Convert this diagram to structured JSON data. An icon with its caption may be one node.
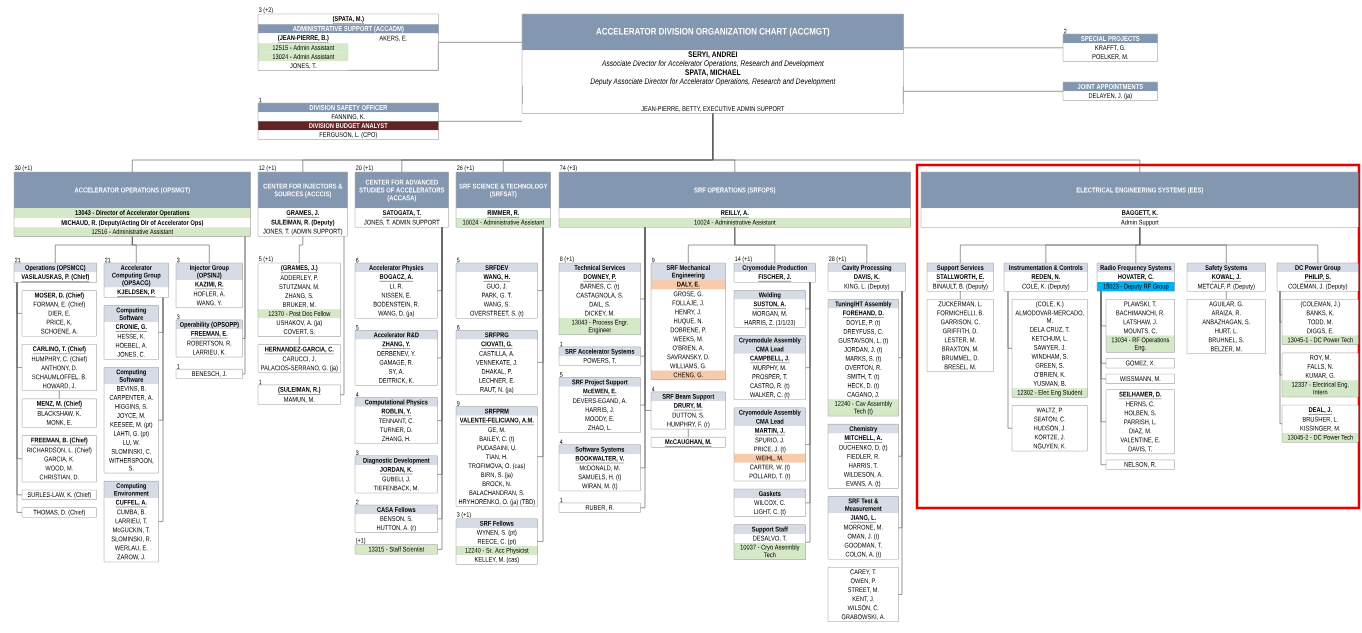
{
  "diagram": {
    "nodes": [
      {
        "text": [
          "ACCELERATOR DIVISION ORGANIZATION CHART (ACCMGT)",
          "SERYI, ANDREI",
          "Associate Director for Accelerator Operations, Research and Development",
          "SPATA, MICHAEL",
          "Deputy Associate Director for Accelerator Operations, Research and Development",
          "JEAN-PIERRE, BETTY, EXECUTIVE ADMIN SUPPORT"
        ]
      },
      {
        "text": [
          "(SPATA, M.)",
          "ADMINISTRATIVE SUPPORT (ACCADM)",
          "(JEAN-PIERRE, B.)",
          "AKERS, E.",
          "12515 - Admin Assistant",
          "13024 - Admin Assistant",
          "JONES, T."
        ],
        "beside": [
          "3 (+2)"
        ]
      },
      {
        "text": [
          "DIVISION SAFETY OFFICER",
          "FANNING, K.",
          "DIVISION BUDGET ANALYST",
          "FERGUSON, L. (CPO)"
        ],
        "beside": [
          "1"
        ]
      },
      {
        "text": [
          "SPECIAL PROJECTS",
          "KRAFFT, G.",
          "POELKER, M."
        ],
        "beside": [
          "2"
        ]
      },
      {
        "text": [
          "JOINT APPOINTMENTS",
          "DELAYEN, J. (ja)"
        ]
      },
      {
        "text": [
          "ACCELERATOR OPERATIONS (OPSMGT)",
          "13043 - Director of Accelerator Operations",
          "MICHAUD, R. (Deputy/Acting Dir of Accelerator Ops)",
          "12516 - Administrative Assistant"
        ],
        "beside": [
          "30 (+1)"
        ]
      },
      {
        "text": [
          "CENTER FOR INJECTORS & SOURCES (ACCCIS)",
          "GRAMES, J.",
          "SULEIMAN, R. (Deputy)",
          "JONES, T. (ADMIN SUPPORT)"
        ],
        "beside": [
          "12 (+1)"
        ]
      },
      {
        "text": [
          "CENTER FOR ADVANCED STUDIES OF ACCELERATORS (ACCASA)",
          "SATOGATA, T.",
          "JONES, T. ADMIN SUPPORT"
        ],
        "beside": [
          "20 (+1)"
        ]
      },
      {
        "text": [
          "SRF SCIENCE & TECHNOLOGY (SRFSAT)",
          "RIMMER, R.",
          "10024 - Administrative Assistant"
        ],
        "beside": [
          "26 (+1)"
        ]
      },
      {
        "text": [
          "SRF OPERATIONS (SRFOPS)",
          "REILLY, A.",
          "10024 - Administrative Assistant"
        ],
        "beside": [
          "74 (+3)"
        ]
      },
      {
        "text": [
          "ELECTRICAL ENGINEERING SYSTEMS (EES)",
          "BAGGETT, K.",
          "Admin Support"
        ]
      },
      {
        "text": [
          "Operations (OPSMCC)",
          "VASILAUSKAS, P. (Chief)"
        ],
        "beside": [
          "21"
        ]
      },
      {
        "text": [
          "MOSER, D. (Chief)",
          "FORMAN, E. (Chief)",
          "DIER, E.",
          "PRICE, K.",
          "SCHOENE, A."
        ]
      },
      {
        "text": [
          "CARLINO, T. (Chief)",
          "HUMPHRY, C. (Chief)",
          "ANTHONY, D.",
          "SCHAUMLOFFEL, B.",
          "HOWARD, J."
        ]
      },
      {
        "text": [
          "MENZ, M. (Chief)",
          "BLACKSHAW, K.",
          "MONK, E."
        ]
      },
      {
        "text": [
          "FREEMAN, B. (Chief)",
          "RICHARDSON, L. (Chief)",
          "GARCIA, K.",
          "WOOD, M.",
          "CHRISTIAN, D."
        ]
      },
      {
        "text": [
          "SURLES-LAW, K. (Chief)"
        ]
      },
      {
        "text": [
          "THOMAS, D. (Chief)"
        ]
      },
      {
        "text": [
          "Accelerator Computing Group (OPSACG)",
          "KJELDSEN, P."
        ],
        "beside": [
          "21"
        ]
      },
      {
        "text": [
          "Computing Software",
          "CRONIE, G.",
          "HESSE, K.",
          "HOEBEL, A.",
          "JONES, C."
        ]
      },
      {
        "text": [
          "Computing Software",
          "BEVINS, B.",
          "CARPENTER, A.",
          "HIGGINS, S.",
          "JOYCE, M.",
          "KEESEE, M. (pt)",
          "LAHTI, G. (pt)",
          "LU, W.",
          "SLOMINSKI, C.",
          "WITHERSPOON, S."
        ]
      },
      {
        "text": [
          "Computing Environment",
          "CUFFEL, A.",
          "CUMBA, B.",
          "LARRIEU, T.",
          "McGUCKIN, T.",
          "SLOMINSKI, R.",
          "WERLAU, E.",
          "ZAROW, J."
        ]
      },
      {
        "text": [
          "Injector Group (OPSINJ)",
          "KAZIMI, R.",
          "HOFLER, A.",
          "WANG, Y."
        ],
        "beside": [
          "3"
        ]
      },
      {
        "text": [
          "Operability (OPSOPP)",
          "FREEMAN, E.",
          "ROBERTSON, R.",
          "LARRIEU, K."
        ],
        "beside": [
          "3"
        ]
      },
      {
        "text": [
          "BENESCH, J."
        ],
        "beside": [
          "1"
        ]
      },
      {
        "text": [
          "(GRAMES, J.)",
          "ADDERLEY, P.",
          "STUTZMAN, M.",
          "ZHANG, S.",
          "BRUKER, M.",
          "12370 - Post Doc Fellow",
          "USHAKOV, A. (ja)",
          "COVERT, S."
        ],
        "beside": [
          "5 (+1)"
        ]
      },
      {
        "text": [
          "HERNANDEZ-GARCIA, C.",
          "CARUCCI, J.",
          "PALACIOS-SERRANO, G. (ja)"
        ]
      },
      {
        "text": [
          "(SULEIMAN, R.)",
          "MAMUN, M."
        ],
        "beside": [
          "1"
        ]
      },
      {
        "text": [
          "Accelerator Physics",
          "BOGACZ, A.",
          "LI, R.",
          "NISSEN, E.",
          "BODENSTEIN, R.",
          "WANG, D. (ja)"
        ],
        "beside": [
          "6"
        ]
      },
      {
        "text": [
          "Accelerator R&D",
          "ZHANG, Y.",
          "DERBENEV, Y.",
          "GAMAGE, R.",
          "SY, A.",
          "DEITRICK, K."
        ],
        "beside": [
          "5"
        ]
      },
      {
        "text": [
          "Computational Physics",
          "ROBLIN, Y.",
          "TENNANT, C.",
          "TURNER, D.",
          "ZHANG, H."
        ],
        "beside": [
          "4"
        ]
      },
      {
        "text": [
          "Diagnostic Development",
          "JORDAN, K.",
          "GUBELI, J.",
          "TIEFENBACK, M."
        ],
        "beside": [
          "3"
        ]
      },
      {
        "text": [
          "CASA Fellows",
          "BENSON, S.",
          "HUTTON, A. (r)"
        ],
        "beside": [
          "2"
        ]
      },
      {
        "text": [
          "13315 - Staff Scientist"
        ],
        "beside": [
          "(+1)"
        ]
      },
      {
        "text": [
          "SRFDEV",
          "WANG, H.",
          "GUO, J.",
          "PARK, G. T.",
          "WANG, S.",
          "OVERSTREET, S. (t)"
        ],
        "beside": [
          "5"
        ]
      },
      {
        "text": [
          "SRFPRG",
          "CIOVATI, G.",
          "CASTILLA, A.",
          "VENNEKATE, J.",
          "DHAKAL, P.",
          "LECHNER, E.",
          "RAUT, N. (ja)"
        ],
        "beside": [
          "6"
        ]
      },
      {
        "text": [
          "SRFPRM",
          "VALENTE-FELICIANO, A.M.",
          "GE, M.",
          "BAILEY, C. (t)",
          "PUDASAINI, U.",
          "TIAN, H.",
          "TROFIMOVA, O. (cas)",
          "BIRN, S. (ja)",
          "BROCK, N.",
          "BALACHANDRAN, S.",
          "HRYHORENKO, O. (ja) (TBD)"
        ],
        "beside": [
          "9"
        ]
      },
      {
        "text": [
          "SRF Fellows",
          "WYNEN, S. (pt)",
          "REECE, C. (pt)",
          "12240 - Sr. Acc Physicist",
          "KELLEY, M. (cas)"
        ],
        "beside": [
          "3 (+1)"
        ]
      },
      {
        "text": [
          "Technical Services",
          "DOWNEY, P.",
          "BARNES, C. (t)",
          "CASTAGNOLA, S.",
          "DAIL, S.",
          "DICKEY, M.",
          "13043 - Process Engr. Engineer"
        ],
        "beside": [
          "8 (+1)"
        ]
      },
      {
        "text": [
          "SRF Accelerator Systems",
          "POWERS, T."
        ],
        "beside": [
          "1"
        ]
      },
      {
        "text": [
          "SRF Project Support",
          "McEWEN, E.",
          "DEVERS-EGAND, A.",
          "HARRIS, J.",
          "MOODY, E.",
          "ZHAO, L."
        ],
        "beside": [
          "5"
        ]
      },
      {
        "text": [
          "Software Systems",
          "BOOKWALTER, V.",
          "McDONALD, M.",
          "SAMUELS, H. (t)",
          "WIRAN, M. (t)"
        ],
        "beside": [
          "4"
        ]
      },
      {
        "text": [
          "RUBER, R."
        ],
        "beside": [
          "1"
        ]
      },
      {
        "text": [
          "SRF Mechanical Engineering",
          "DALY, E.",
          "GROSE, G.",
          "FOLLAJE, J.",
          "HENRY, J.",
          "HUQUE, N.",
          "DOBRENE, P.",
          "WEEKS, M.",
          "O'BRIEN, A.",
          "SAVRANSKY, D.",
          "WILLIAMS, G.",
          "CHENG, G."
        ],
        "beside": [
          "9"
        ]
      },
      {
        "text": [
          "SRF Beam Support",
          "DRURY, M.",
          "DUTTON, S.",
          "HUMPHRY, F. (r)"
        ],
        "beside": [
          "4"
        ]
      },
      {
        "text": [
          "McCAUGHAN, M."
        ]
      },
      {
        "text": [
          "Cryomodule Production",
          "FISCHER, J."
        ],
        "beside": [
          "14 (+1)"
        ]
      },
      {
        "text": [
          "Welding",
          "SUSTON, A.",
          "MORGAN, M.",
          "HARRIS, Z. (1/1/23)"
        ]
      },
      {
        "text": [
          "Cryomodule Assembly",
          "CMA Lead",
          "CAMPBELL, J.",
          "MURPHY, M.",
          "PROSPER, T.",
          "CASTRO, R. (t)",
          "WALKER, C. (t)"
        ]
      },
      {
        "text": [
          "Cryomodule Assembly",
          "CMA Lead",
          "MARTIN, J.",
          "SPURIO, J.",
          "PRICE, J. (t)",
          "WEIHL, M.",
          "CARTER, W. (t)",
          "POLLARD, T. (t)"
        ]
      },
      {
        "text": [
          "Gaskets",
          "WILCOX, C.",
          "LIGHT, C. (t)"
        ]
      },
      {
        "text": [
          "Support Staff",
          "DESALVO, T.",
          "10037 - Cryo Assembly Tech"
        ]
      },
      {
        "text": [
          "Cavity Processing",
          "DAVIS, K.",
          "KING, L. (Deputy)"
        ],
        "beside": [
          "28 (+1)"
        ]
      },
      {
        "text": [
          "Tuning/HT Assembly",
          "FOREHAND, D.",
          "DOYLE, P. (t)",
          "DREYFUSS, C.",
          "GUSTAVSON, L. (t)",
          "JORDAN, J. (t)",
          "MARKS, S. (t)",
          "OVERTON, R.",
          "SMITH, T. (t)",
          "HECK, D. (t)",
          "CAGANO, J.",
          "12240 - Cav Assembly Tech (t)"
        ]
      },
      {
        "text": [
          "Chemistry",
          "MITCHELL, A.",
          "DUCHENKO, D. (t)",
          "FIEDLER, R.",
          "HARRIS, T.",
          "WILDESON, A.",
          "EVANS, A. (t)"
        ]
      },
      {
        "text": [
          "SRF Test & Measurement",
          "JIANG, L.",
          "MORRONE, M.",
          "OMAN, J. (t)",
          "GOODMAN, T.",
          "COLON, A. (t)"
        ]
      },
      {
        "text": [
          "CAREY, T.",
          "OWEN, P.",
          "STREET, M.",
          "KENT, J.",
          "WILSON, C.",
          "GRABOWSKI, A."
        ]
      },
      {
        "text": [
          "Support Services",
          "STALLWORTH, E.",
          "BINAULT, B. (Deputy)"
        ]
      },
      {
        "text": [
          "ZUCKERMAN, L.",
          "FORMICHELLI, B.",
          "GARRISON, C.",
          "GRIFFITH, D.",
          "LESTER, M.",
          "BRAXTON, M.",
          "BRUMMEL, D.",
          "BRESEL, M."
        ]
      },
      {
        "text": [
          "Instrumentation & Controls",
          "REDEN, N.",
          "COLE, K. (Deputy)"
        ]
      },
      {
        "text": [
          "(COLE, K.)",
          "ALMODOVAR-MERCADO, M.",
          "DELA CRUZ, T.",
          "KETCHUM, L.",
          "SAWYER, J.",
          "WINDHAM, S.",
          "GREEN, S.",
          "O'BRIEN, K.",
          "YUSMAN, B.",
          "12302 - Elec Eng Student"
        ]
      },
      {
        "text": [
          "WALTZ, P.",
          "SEATON, C.",
          "HUDSON, J.",
          "KORTZE, J.",
          "NGUYEN, K."
        ]
      },
      {
        "text": [
          "Radio Frequency Systems",
          "HOVATER, C.",
          "15023 - Deputy RF Group"
        ]
      },
      {
        "text": [
          "PLAWSKI, T.",
          "BACHIMANCHI, R.",
          "LATSHAW, J.",
          "MOUNTS, C.",
          "13034 - RF Operations Eng."
        ]
      },
      {
        "text": [
          "GOMEZ, X."
        ]
      },
      {
        "text": [
          "WISSMANN, M."
        ]
      },
      {
        "text": [
          "SEILHAMER, D.",
          "HERNS, C.",
          "HOLBEN, S.",
          "PARRISH, L.",
          "DIAZ, M.",
          "VALENTINE, E.",
          "DAVIS, T."
        ]
      },
      {
        "text": [
          "NELSON, R."
        ]
      },
      {
        "text": [
          "Safety Systems",
          "KOWAL, J.",
          "METCALF, P. (Deputy)"
        ]
      },
      {
        "text": [
          "AGUILAR, G.",
          "ARAIZA, R.",
          "ANBAZHAGAN, S.",
          "HURT, L.",
          "BRUHNEL, S.",
          "BELZER, M."
        ]
      },
      {
        "text": [
          "DC Power Group",
          "PHILIP, S.",
          "COLEMAN, J. (Deputy)"
        ]
      },
      {
        "text": [
          "(COLEMAN, J.)",
          "BANKS, K.",
          "TODD, M.",
          "DIGGS, E.",
          "13045-1 - DC Power Tech"
        ]
      },
      {
        "text": [
          "ROY, M.",
          "FALLS, N.",
          "KUMAR, G.",
          "12337 - Electrical Eng. Intern"
        ]
      },
      {
        "text": [
          "DEAL, J.",
          "BRUSHER, L.",
          "KISSINGER, M.",
          "13045-2 - DC Power Tech"
        ]
      }
    ],
    "edges": [
      {
        "from": 0,
        "to": 1,
        "arrow": "none"
      },
      {
        "from": 0,
        "to": 2,
        "arrow": "none"
      },
      {
        "from": 0,
        "to": 3,
        "arrow": "none"
      },
      {
        "from": 0,
        "to": 4,
        "arrow": "none"
      },
      {
        "from": 0,
        "to": 5,
        "arrow": "none"
      },
      {
        "from": 0,
        "to": 6,
        "arrow": "none"
      },
      {
        "from": 0,
        "to": 7,
        "arrow": "none"
      },
      {
        "from": 0,
        "to": 8,
        "arrow": "none"
      },
      {
        "from": 0,
        "to": 9,
        "arrow": "none"
      },
      {
        "from": 0,
        "to": 10,
        "arrow": "none"
      },
      {
        "from": 5,
        "to": 11,
        "arrow": "none"
      },
      {
        "from": 5,
        "to": 18,
        "arrow": "none"
      },
      {
        "from": 5,
        "to": 22,
        "arrow": "none"
      },
      {
        "from": 5,
        "to": 23,
        "arrow": "none"
      },
      {
        "from": 5,
        "to": 24,
        "arrow": "none"
      },
      {
        "from": 11,
        "to": 12,
        "arrow": "none"
      },
      {
        "from": 11,
        "to": 13,
        "arrow": "none"
      },
      {
        "from": 13,
        "to": 14,
        "arrow": "none"
      },
      {
        "from": 11,
        "to": 15,
        "arrow": "none"
      },
      {
        "from": 11,
        "to": 16,
        "arrow": "none"
      },
      {
        "from": 11,
        "to": 17,
        "arrow": "none"
      },
      {
        "from": 18,
        "to": 19,
        "arrow": "none"
      },
      {
        "from": 18,
        "to": 20,
        "arrow": "none"
      },
      {
        "from": 18,
        "to": 21,
        "arrow": "none"
      },
      {
        "from": 6,
        "to": 25,
        "arrow": "none"
      },
      {
        "from": 25,
        "to": 26,
        "arrow": "none"
      },
      {
        "from": 6,
        "to": 27,
        "arrow": "none"
      },
      {
        "from": 7,
        "to": 28,
        "arrow": "none"
      },
      {
        "from": 7,
        "to": 29,
        "arrow": "none"
      },
      {
        "from": 7,
        "to": 30,
        "arrow": "none"
      },
      {
        "from": 7,
        "to": 31,
        "arrow": "none"
      },
      {
        "from": 7,
        "to": 32,
        "arrow": "none"
      },
      {
        "from": 7,
        "to": 33,
        "arrow": "none"
      },
      {
        "from": 8,
        "to": 34,
        "arrow": "none"
      },
      {
        "from": 8,
        "to": 35,
        "arrow": "none"
      },
      {
        "from": 8,
        "to": 36,
        "arrow": "none"
      },
      {
        "from": 8,
        "to": 37,
        "arrow": "none"
      },
      {
        "from": 9,
        "to": 38,
        "arrow": "none"
      },
      {
        "from": 9,
        "to": 39,
        "arrow": "none"
      },
      {
        "from": 9,
        "to": 40,
        "arrow": "none"
      },
      {
        "from": 9,
        "to": 41,
        "arrow": "none"
      },
      {
        "from": 9,
        "to": 42,
        "arrow": "none"
      },
      {
        "from": 9,
        "to": 43,
        "arrow": "none"
      },
      {
        "from": 9,
        "to": 44,
        "arrow": "none"
      },
      {
        "from": 44,
        "to": 45,
        "arrow": "none"
      },
      {
        "from": 9,
        "to": 46,
        "arrow": "none"
      },
      {
        "from": 46,
        "to": 47,
        "arrow": "none"
      },
      {
        "from": 46,
        "to": 48,
        "arrow": "none"
      },
      {
        "from": 46,
        "to": 49,
        "arrow": "none"
      },
      {
        "from": 46,
        "to": 50,
        "arrow": "none"
      },
      {
        "from": 46,
        "to": 51,
        "arrow": "none"
      },
      {
        "from": 9,
        "to": 52,
        "arrow": "none"
      },
      {
        "from": 52,
        "to": 53,
        "arrow": "none"
      },
      {
        "from": 52,
        "to": 54,
        "arrow": "none"
      },
      {
        "from": 52,
        "to": 55,
        "arrow": "none"
      },
      {
        "from": 52,
        "to": 56,
        "arrow": "none"
      },
      {
        "from": 10,
        "to": 57,
        "arrow": "none"
      },
      {
        "from": 57,
        "to": 58,
        "arrow": "none"
      },
      {
        "from": 10,
        "to": 59,
        "arrow": "none"
      },
      {
        "from": 59,
        "to": 60,
        "arrow": "none"
      },
      {
        "from": 59,
        "to": 61,
        "arrow": "none"
      },
      {
        "from": 10,
        "to": 62,
        "arrow": "none"
      },
      {
        "from": 62,
        "to": 63,
        "arrow": "none"
      },
      {
        "from": 62,
        "to": 64,
        "arrow": "none"
      },
      {
        "from": 62,
        "to": 65,
        "arrow": "none"
      },
      {
        "from": 62,
        "to": 66,
        "arrow": "none"
      },
      {
        "from": 62,
        "to": 67,
        "arrow": "none"
      },
      {
        "from": 10,
        "to": 68,
        "arrow": "none"
      },
      {
        "from": 68,
        "to": 69,
        "arrow": "none"
      },
      {
        "from": 10,
        "to": 70,
        "arrow": "none"
      },
      {
        "from": 70,
        "to": 71,
        "arrow": "none"
      },
      {
        "from": 70,
        "to": 72,
        "arrow": "none"
      },
      {
        "from": 70,
        "to": 73,
        "arrow": "none"
      }
    ]
  }
}
